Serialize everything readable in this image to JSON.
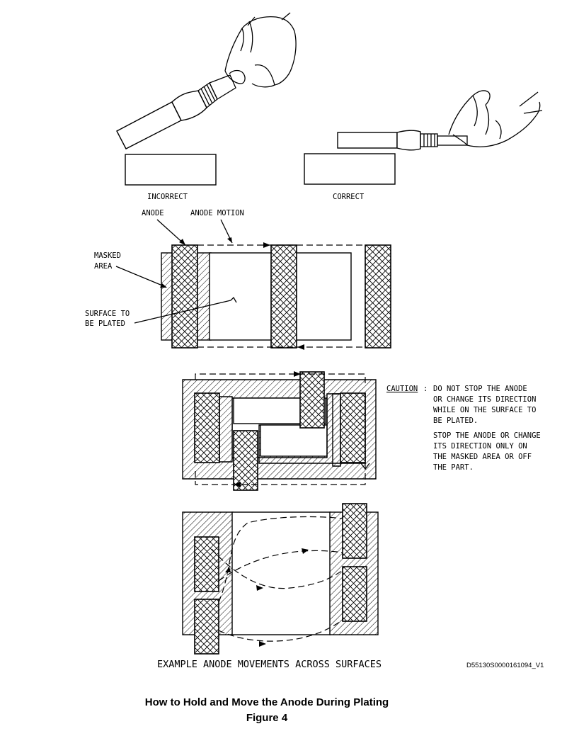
{
  "labels": {
    "incorrect": "INCORRECT",
    "correct": "CORRECT",
    "anode": "ANODE",
    "anode_motion": "ANODE MOTION",
    "masked_area_1": "MASKED",
    "masked_area_2": "AREA",
    "surface_1": "SURFACE TO",
    "surface_2": "BE PLATED",
    "example": "EXAMPLE ANODE MOVEMENTS ACROSS SURFACES",
    "drawing_id": "D55130S0000161094_V1"
  },
  "caution": {
    "keyword": "CAUTION",
    "line1": "DO NOT STOP THE ANODE",
    "line2": "OR CHANGE ITS DIRECTION",
    "line3": "WHILE ON THE SURFACE TO",
    "line4": "BE PLATED.",
    "line5": "STOP THE ANODE OR CHANGE",
    "line6": "ITS DIRECTION ONLY ON",
    "line7": "THE MASKED AREA OR OFF",
    "line8": "THE PART."
  },
  "caption": {
    "title": "How to Hold and Move the Anode During Plating",
    "figure": "Figure 4"
  }
}
